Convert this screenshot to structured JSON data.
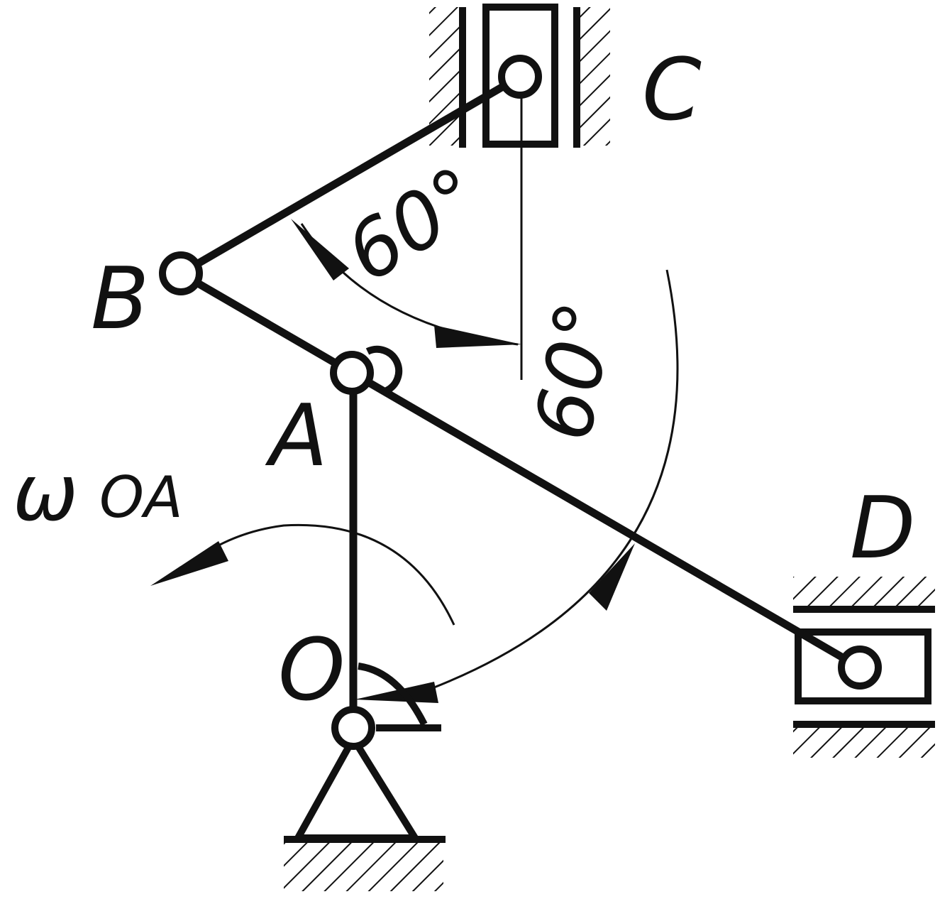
{
  "labels": {
    "O": "O",
    "A": "A",
    "B": "B",
    "C": "C",
    "D": "D",
    "omega": "ω",
    "omega_subscript": "OA"
  },
  "angles": {
    "angle_at_B_side": "60°",
    "angle_at_right_side": "60°"
  },
  "colors": {
    "stroke": "#111111",
    "background": "#ffffff"
  }
}
